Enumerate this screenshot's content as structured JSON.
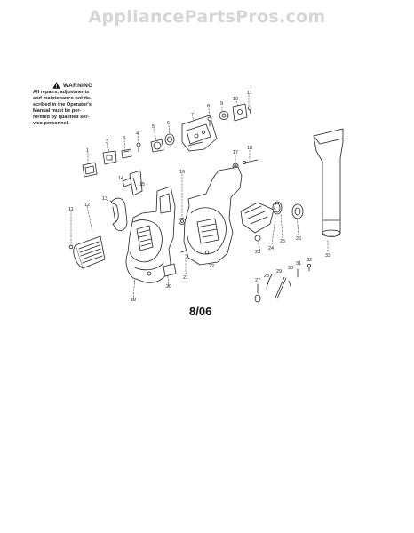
{
  "watermark": "AppliancePartsPros.com",
  "warning": {
    "title": "WARNING",
    "lines": [
      "All repairs, adjustments",
      "and maintenance not de-",
      "scribed in the Operator's",
      "Manual must be per-",
      "formed by qualified ser-",
      "vice personnel."
    ]
  },
  "date_code": "8/06",
  "part_numbers": [
    "1",
    "2",
    "3",
    "4",
    "5",
    "6",
    "7",
    "8",
    "9",
    "10",
    "11",
    "11",
    "12",
    "13",
    "14",
    "15",
    "16",
    "17",
    "18",
    "19",
    "20",
    "21",
    "22",
    "23",
    "24",
    "25",
    "26",
    "27",
    "28",
    "29",
    "30",
    "31",
    "32",
    "33"
  ],
  "icons": [
    "warning-triangle-icon"
  ]
}
